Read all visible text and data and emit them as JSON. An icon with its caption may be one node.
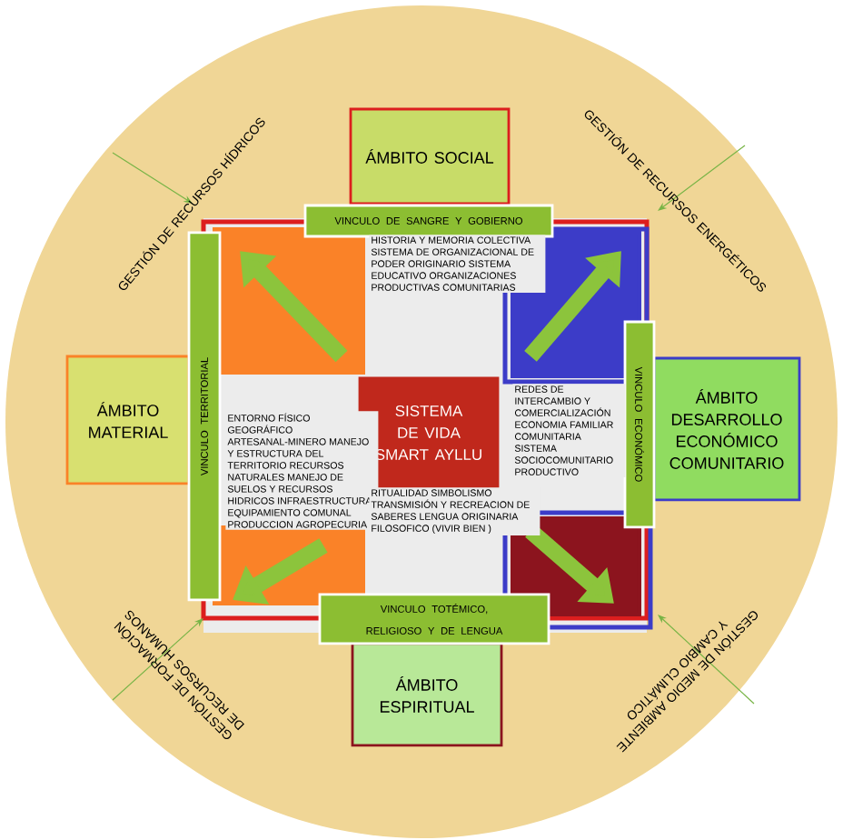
{
  "diagram": {
    "nodes": [
      {
        "text": [
          "ÁMBITO SOCIAL"
        ]
      },
      {
        "text": [
          "ÁMBITO MATERIAL"
        ]
      },
      {
        "text": [
          "ÁMBITO DESARROLLO ECONÓMICO COMUNITARIO"
        ]
      },
      {
        "text": [
          "ÁMBITO ESPIRITUAL"
        ]
      },
      {
        "text": [
          "SISTEMA DE VIDA SMART AYLLU"
        ]
      },
      {
        "text": [
          "VINCULO DE SANGRE Y GOBIERNO"
        ]
      },
      {
        "text": [
          "VINCULO TERRITORIAL"
        ]
      },
      {
        "text": [
          "VINCULO ECONÓMICO"
        ]
      },
      {
        "text": [
          "VINCULO TOTÉMICO, RELIGIOSO Y DE LENGUA"
        ]
      }
    ],
    "labels": [
      "GESTIÓN DE RECURSOS HÍDRICOS",
      "GESTIÓN DE RECURSOS ENERGÉTICOS",
      "HISTORIA Y MEMORIA COLECTIVA SISTEMA DE ORGANIZACIONAL DE PODER ORIGINARIO SISTEMA EDUCATIVO ORGANIZACIONES PRODUCTIVAS COMUNITARIAS",
      "ENTORNO FÍSICO GEOGRÁFICO ARTESANAL-MINERO MANEJO Y ESTRUCTURA DEL TERRITORIO RECURSOS NATURALES MANEJO DE SUELOS Y RECURSOS HIDRICOS INFRAESTRUCTURA EQUIPAMIENTO COMUNAL PRODUCCION AGROPECURIA",
      "REDES DE INTERCAMBIO Y COMERCIALIZACIÓN ECONOMIA FAMILIAR COMUNITARIA SISTEMA SOCIOCOMUNITARIO PRODUCTIVO",
      "RITUALIDAD SIMBOLISMO TRANSMISIÓN Y RECREACION DE SABERES LENGUA ORIGINARIA FILOSOFICO (VIVIR BIEN )",
      "GESTIÓN DE FORMACIÓN DE RECURSOS HUMANOS",
      "GESTIÓN DE MEDIO AMBIENTE Y CAMBIO CLIMÁTICO"
    ]
  }
}
